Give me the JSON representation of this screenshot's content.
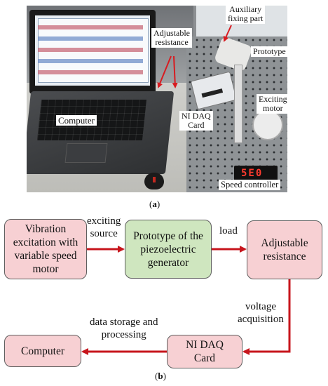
{
  "panel_a": {
    "caption_letter": "a",
    "labels": {
      "auxiliary": "Auxiliary\nfixing part",
      "adjustable": "Adjustable\nresistance",
      "prototype": "Prototype",
      "exciting_motor": "Exciting\nmotor",
      "computer": "Computer",
      "ni_daq": "NI DAQ\nCard",
      "speed_controller": "Speed controller"
    },
    "speed_display": "5E0"
  },
  "panel_b": {
    "caption_letter": "b",
    "boxes": {
      "vibration": "Vibration excitation with variable speed motor",
      "prototype": "Prototype of the piezoelectric generator",
      "adjustable": "Adjustable resistance",
      "ni_daq": "NI DAQ Card",
      "computer": "Computer"
    },
    "edges": {
      "exciting_source": "exciting\nsource",
      "load": "load",
      "voltage_acquisition": "voltage\nacquisition",
      "data_storage": "data storage and\nprocessing"
    },
    "colors": {
      "pink_box": "#f7d0d3",
      "green_box": "#cfe6bf",
      "arrow": "#c7151c"
    }
  }
}
